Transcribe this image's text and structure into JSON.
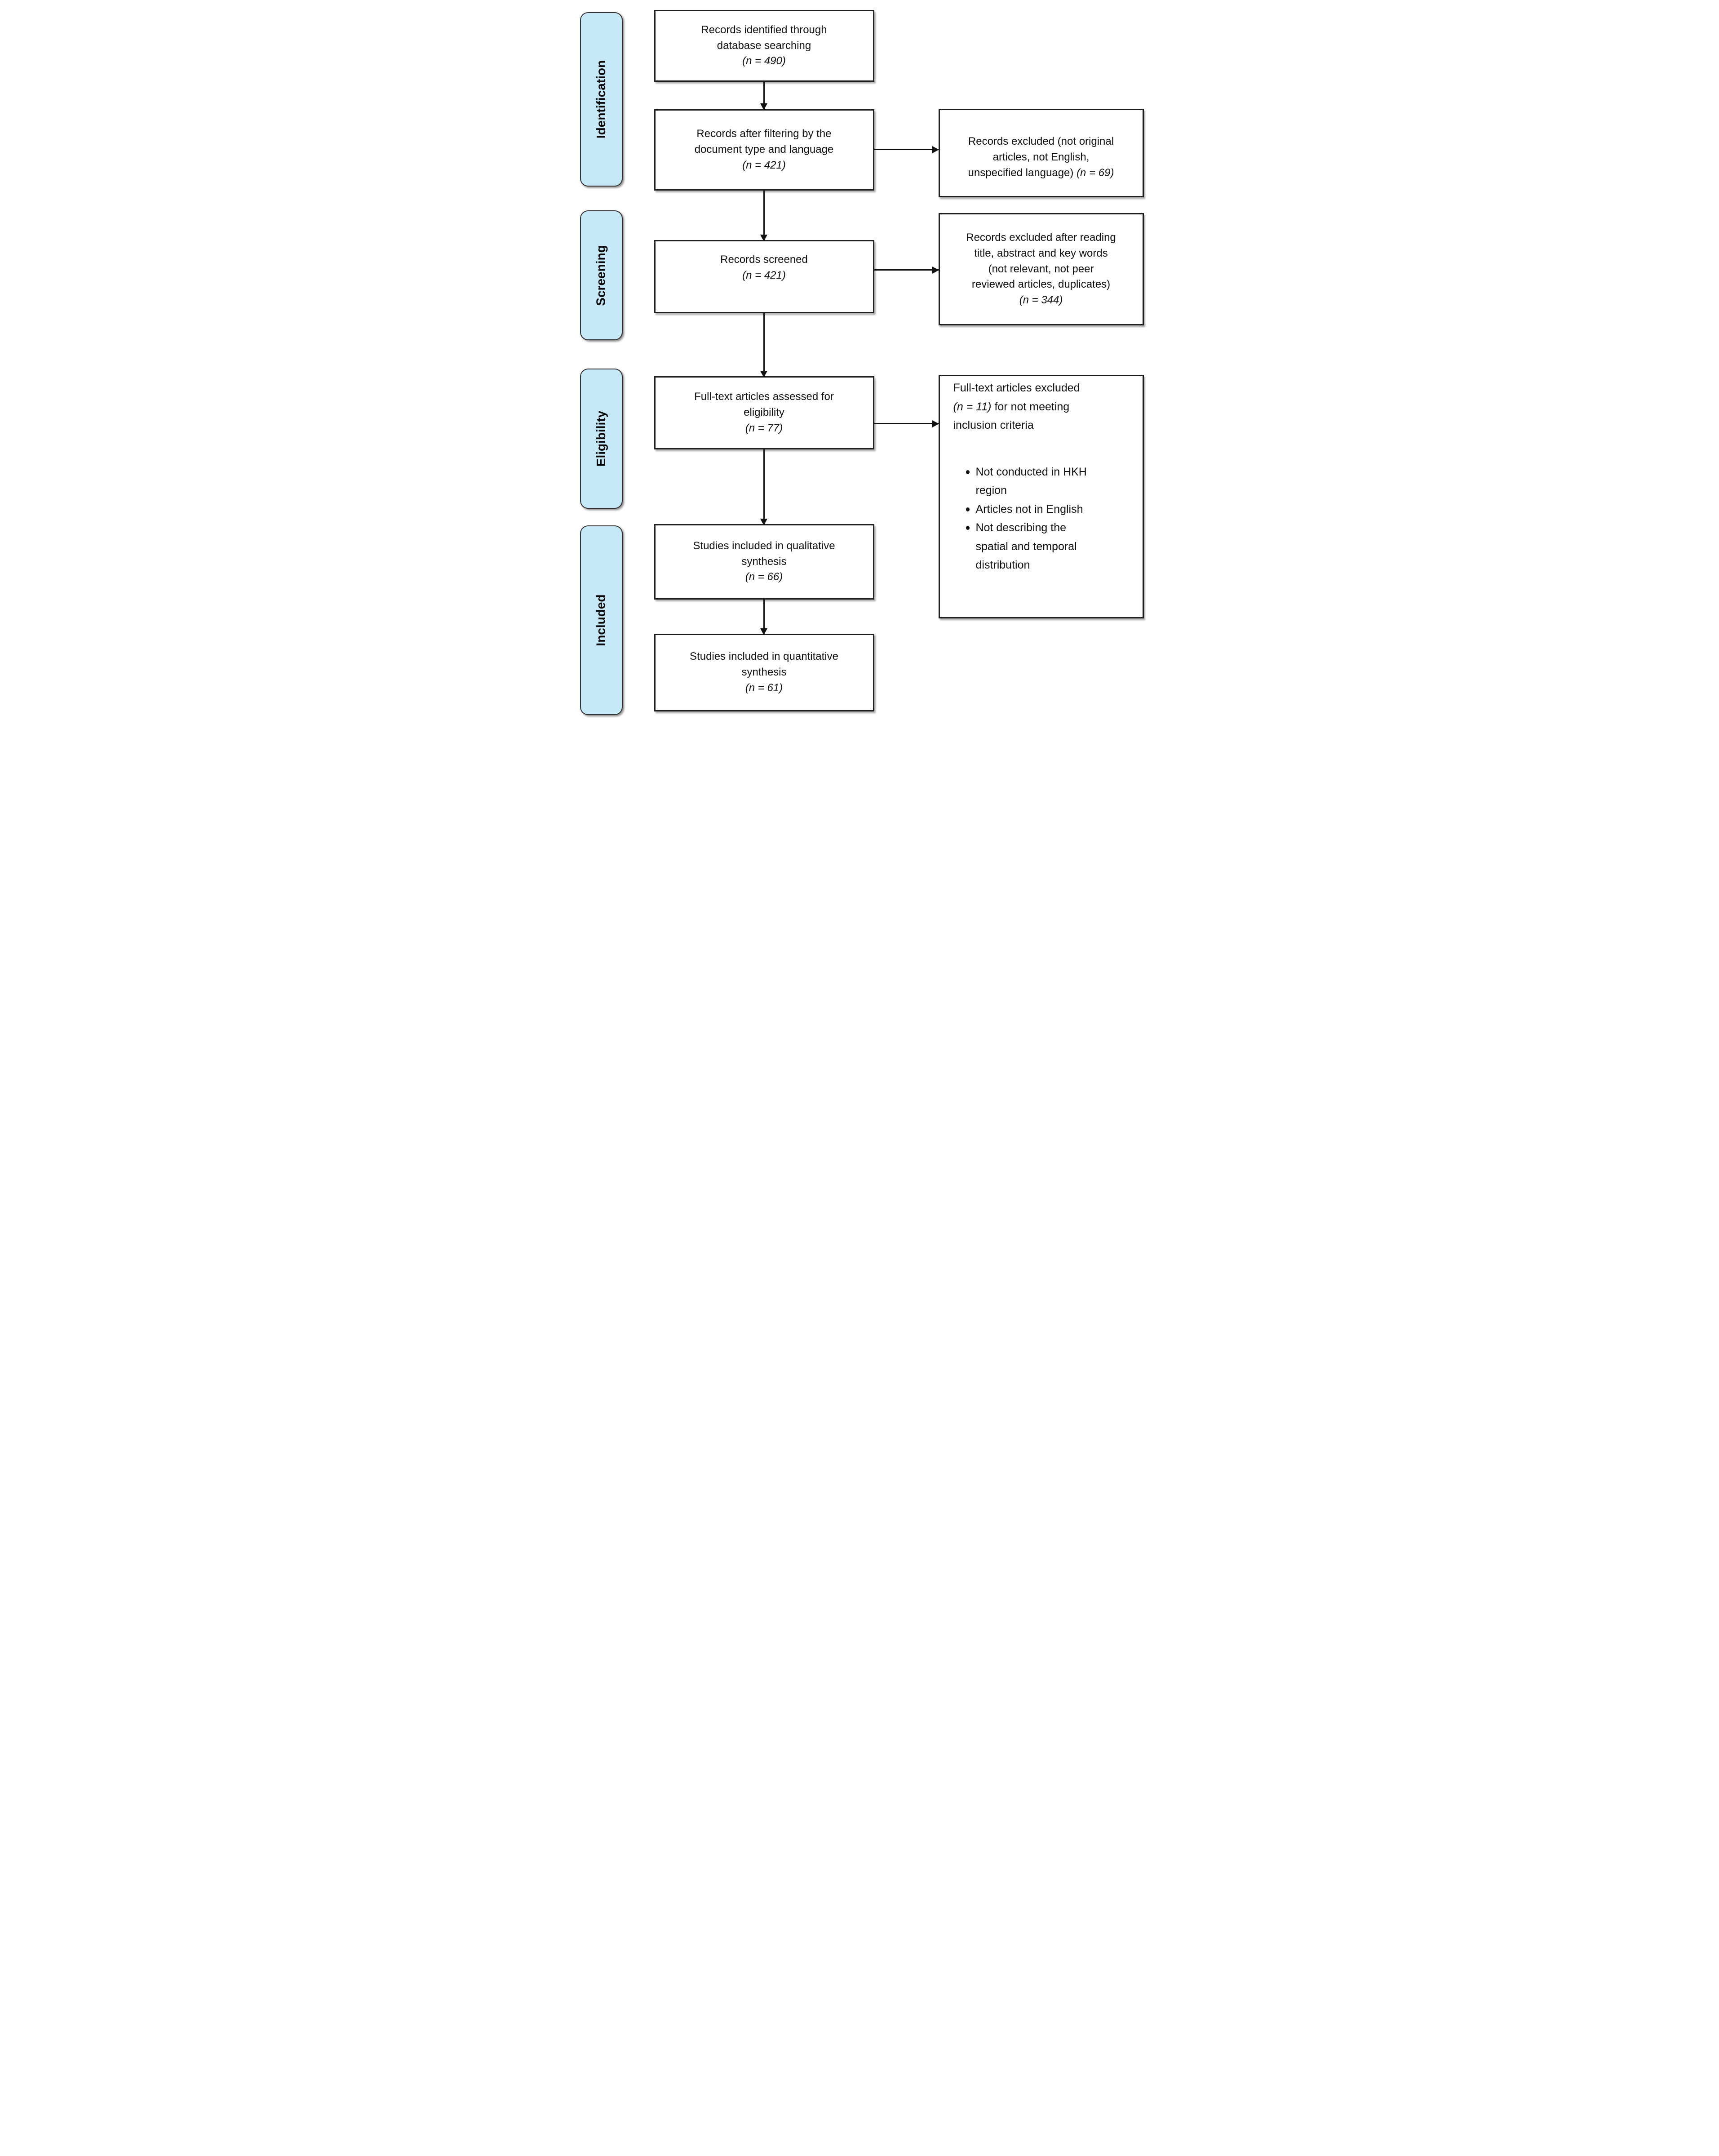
{
  "stages": {
    "identification": "Identification",
    "screening": "Screening",
    "eligibility": "Eligibility",
    "included": "Included"
  },
  "flow": {
    "identified": {
      "text": "Records identified through\ndatabase searching",
      "n": "(n = 490)"
    },
    "filtered": {
      "text": "Records after filtering by the\ndocument type and language",
      "n": "(n = 421)"
    },
    "screened": {
      "text": "Records screened",
      "n": "(n = 421)"
    },
    "fulltext_assessed": {
      "text": "Full-text articles assessed for\neligibility",
      "n": "(n = 77)"
    },
    "qualitative": {
      "text": "Studies included in qualitative\nsynthesis",
      "n": "(n = 66)"
    },
    "quantitative": {
      "text": "Studies included in quantitative\nsynthesis",
      "n": "(n = 61)"
    }
  },
  "excluded": {
    "records_type_language": {
      "text": "Records excluded (not original\narticles, not English,\nunspecified language)",
      "n": "(n = 69)"
    },
    "records_screening": {
      "text": "Records excluded after reading\ntitle, abstract and key words\n(not relevant, not peer\nreviewed articles, duplicates)",
      "n": "(n = 344)"
    },
    "fulltext": {
      "prefix": "Full-text articles excluded",
      "n": "(n = 11)",
      "suffix": "for not meeting\ninclusion criteria",
      "bullets": [
        "Not conducted in HKH\nregion",
        "Articles not in English",
        "Not describing the\nspatial and temporal\ndistribution"
      ]
    }
  },
  "colors": {
    "stage_fill": "#c7e8f8",
    "box_border": "#1f1f1f",
    "text": "#111111"
  }
}
